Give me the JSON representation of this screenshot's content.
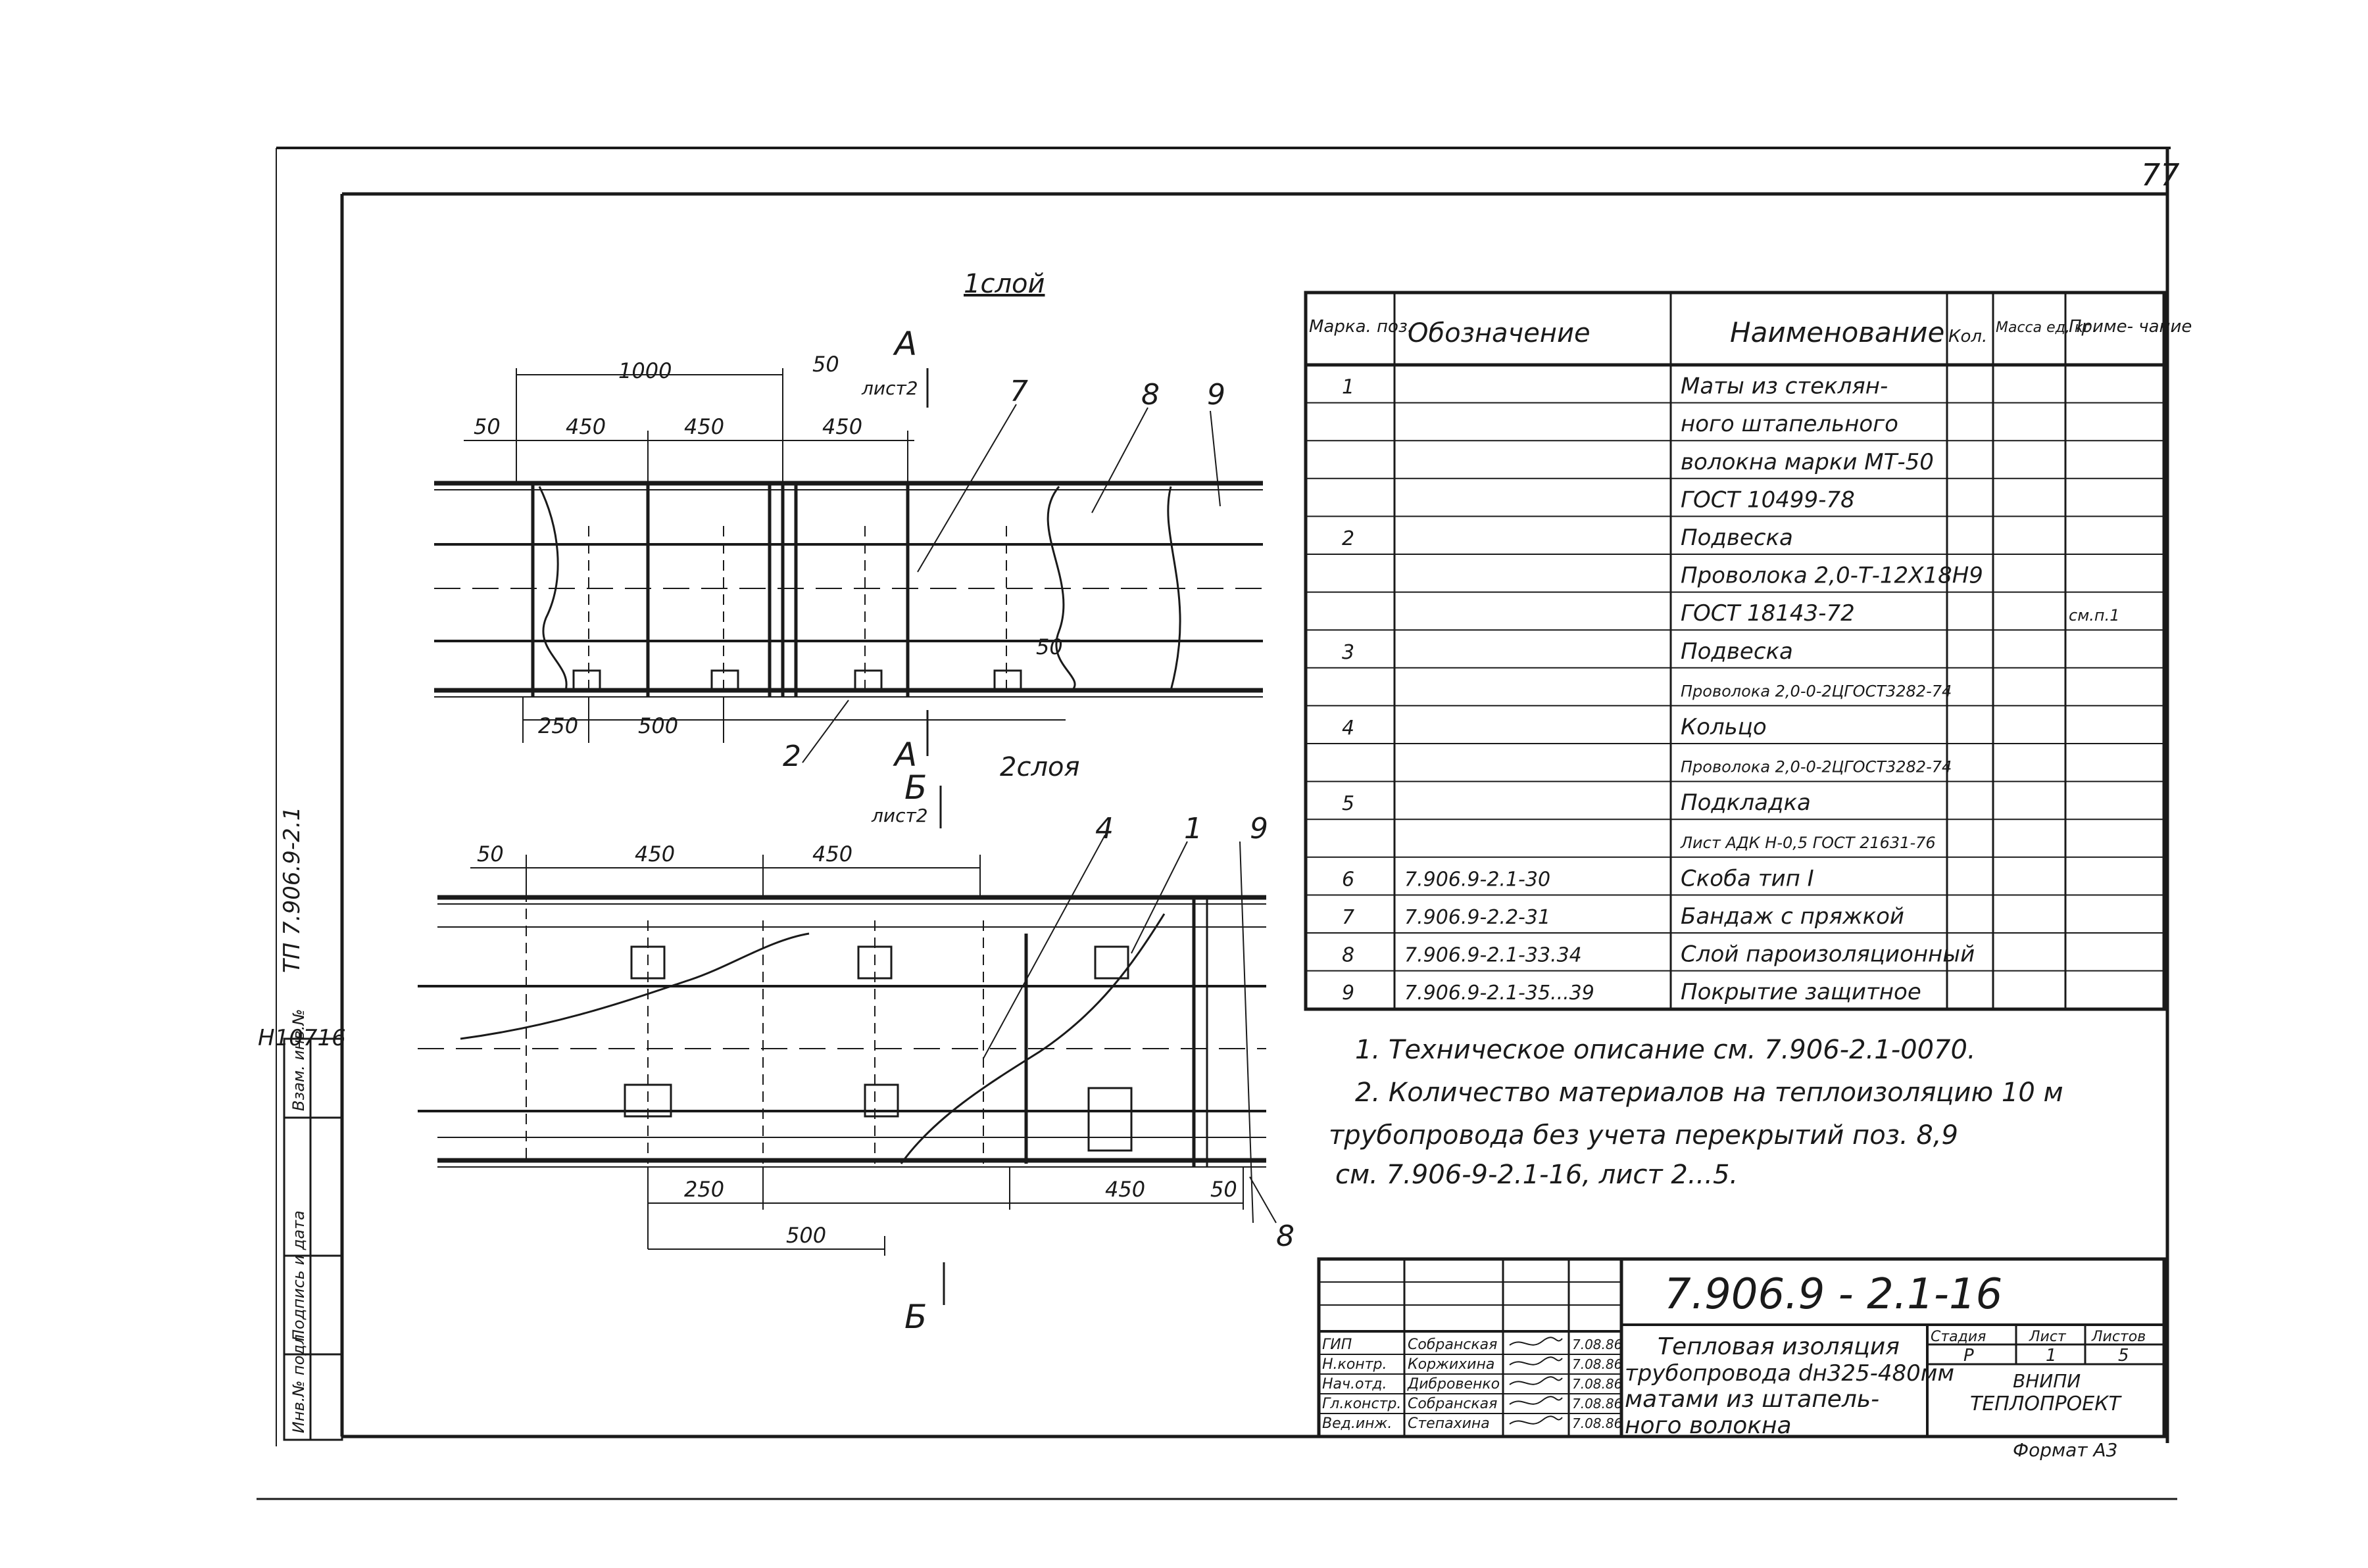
{
  "sheet_number": "77",
  "view1": {
    "title": "1слой",
    "section_ref": "А",
    "section_sheet": "лист2",
    "section_ref_bottom": "А",
    "dims_top": [
      "1000",
      "50",
      "50",
      "450",
      "450",
      "450"
    ],
    "dims_bottom": [
      "250",
      "500",
      "50"
    ],
    "callouts": [
      "7",
      "8",
      "9",
      "2"
    ]
  },
  "view2": {
    "title": "2слоя",
    "section_ref": "Б",
    "section_sheet": "лист2",
    "section_ref_bottom": "Б",
    "dims_top": [
      "50",
      "450",
      "450"
    ],
    "dims_bottom": [
      "250",
      "500",
      "450",
      "50"
    ],
    "callouts": [
      "4",
      "1",
      "9",
      "8"
    ]
  },
  "spec_table": {
    "headers": [
      "Марка. поз.",
      "Обозначение",
      "Наименование",
      "Кол.",
      "Масса ед, кг",
      "Приме- чание"
    ],
    "rows": [
      [
        "1",
        "",
        "Маты из стеклян-",
        "",
        "",
        ""
      ],
      [
        "",
        "",
        "ного штапельного",
        "",
        "",
        ""
      ],
      [
        "",
        "",
        "волокна марки МТ-50",
        "",
        "",
        ""
      ],
      [
        "",
        "",
        "ГОСТ 10499-78",
        "",
        "",
        ""
      ],
      [
        "2",
        "",
        "Подвеска",
        "",
        "",
        ""
      ],
      [
        "",
        "",
        "Проволока 2,0-Т-12Х18Н9",
        "",
        "",
        ""
      ],
      [
        "",
        "",
        "ГОСТ 18143-72",
        "",
        "",
        "см.п.1"
      ],
      [
        "3",
        "",
        "Подвеска",
        "",
        "",
        ""
      ],
      [
        "",
        "",
        "Проволока 2,0-0-2ЦГОСТ3282-74",
        "",
        "",
        ""
      ],
      [
        "4",
        "",
        "Кольцо",
        "",
        "",
        ""
      ],
      [
        "",
        "",
        "Проволока 2,0-0-2ЦГОСТ3282-74",
        "",
        "",
        ""
      ],
      [
        "5",
        "",
        "Подкладка",
        "",
        "",
        ""
      ],
      [
        "",
        "",
        "Лист АДК Н-0,5 ГОСТ 21631-76",
        "",
        "",
        ""
      ],
      [
        "6",
        "7.906.9-2.1-30",
        "Скоба тип I",
        "",
        "",
        ""
      ],
      [
        "7",
        "7.906.9-2.2-31",
        "Бандаж с пряжкой",
        "",
        "",
        ""
      ],
      [
        "8",
        "7.906.9-2.1-33.34",
        "Слой пароизоляционный",
        "",
        "",
        ""
      ],
      [
        "9",
        "7.906.9-2.1-35...39",
        "Покрытие защитное",
        "",
        "",
        ""
      ]
    ]
  },
  "notes": [
    "1. Техническое описание см. 7.906-2.1-0070.",
    "2. Количество материалов на теплоизоляцию 10 м",
    "трубопровода без учета перекрытий поз. 8,9",
    "см. 7.906-9-2.1-16, лист 2...5."
  ],
  "title_block": {
    "doc_code": "7.906.9 - 2.1-16",
    "title_lines": [
      "Тепловая изоляция",
      "трубопровода dн325-480мм",
      "матами из штапель-",
      "ного волокна"
    ],
    "stage_headers": [
      "Стадия",
      "Лист",
      "Листов"
    ],
    "stage_values": [
      "Р",
      "1",
      "5"
    ],
    "org": [
      "ВНИПИ",
      "ТЕПЛОПРОЕКТ"
    ],
    "signers": [
      {
        "role": "ГИП",
        "name": "Собранская",
        "date": "7.08.86"
      },
      {
        "role": "Н.контр.",
        "name": "Коржихина",
        "date": "7.08.86"
      },
      {
        "role": "Нач.отд.",
        "name": "Дибровенко",
        "date": "7.08.86"
      },
      {
        "role": "Гл.констр.",
        "name": "Собранская",
        "date": "7.08.86"
      },
      {
        "role": "Вед.инж.",
        "name": "Степахина",
        "date": "7.08.86"
      }
    ]
  },
  "format_label": "Формат А3",
  "side": {
    "series": "ТП 7.906.9-2.1",
    "inventory": "Н10716",
    "stamp_labels": [
      "Инв.№ подл.",
      "Подпись и дата",
      "Взам. инв.№"
    ]
  }
}
